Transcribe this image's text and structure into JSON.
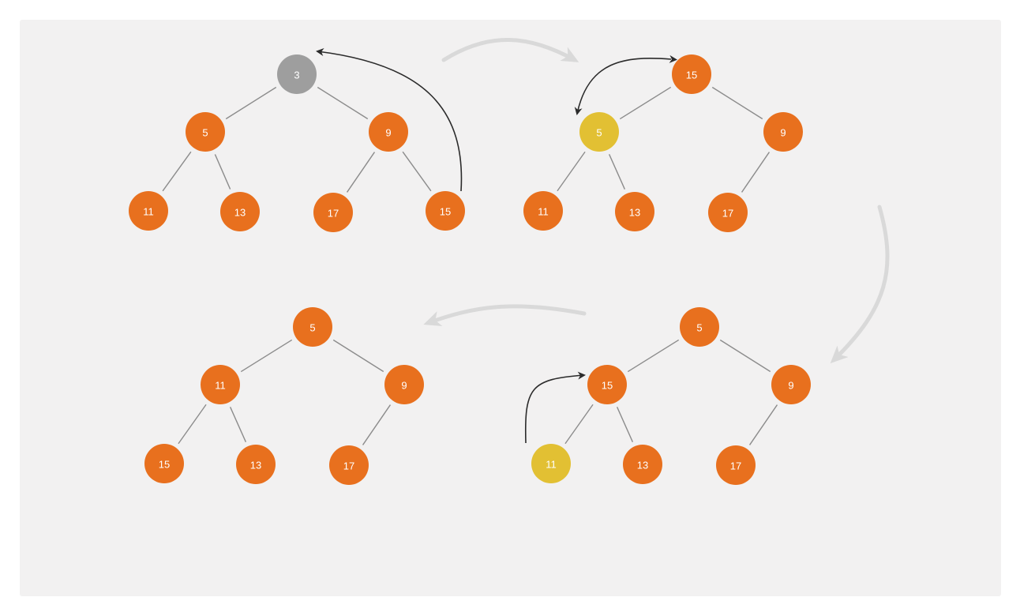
{
  "colors": {
    "canvas": "#f2f1f1",
    "node_default": "#e8701e",
    "node_removed": "#9e9e9e",
    "node_highlight": "#e2c033",
    "edge": "#8c8c8c",
    "swap_arrow": "#2b2b2b",
    "flow_arrow": "#d9d9d9",
    "label": "#ffffff"
  },
  "trees": [
    {
      "id": "tree-1",
      "nodes": [
        {
          "id": "a",
          "label": "3",
          "state": "removed"
        },
        {
          "id": "b",
          "label": "5",
          "state": "default"
        },
        {
          "id": "c",
          "label": "9",
          "state": "default"
        },
        {
          "id": "d",
          "label": "11",
          "state": "default"
        },
        {
          "id": "e",
          "label": "13",
          "state": "default"
        },
        {
          "id": "f",
          "label": "17",
          "state": "default"
        },
        {
          "id": "g",
          "label": "15",
          "state": "default"
        }
      ],
      "edges": [
        [
          "a",
          "b"
        ],
        [
          "a",
          "c"
        ],
        [
          "b",
          "d"
        ],
        [
          "b",
          "e"
        ],
        [
          "c",
          "f"
        ],
        [
          "c",
          "g"
        ]
      ]
    },
    {
      "id": "tree-2",
      "nodes": [
        {
          "id": "a",
          "label": "15",
          "state": "default"
        },
        {
          "id": "b",
          "label": "5",
          "state": "highlight"
        },
        {
          "id": "c",
          "label": "9",
          "state": "default"
        },
        {
          "id": "d",
          "label": "11",
          "state": "default"
        },
        {
          "id": "e",
          "label": "13",
          "state": "default"
        },
        {
          "id": "f",
          "label": "17",
          "state": "default"
        }
      ],
      "edges": [
        [
          "a",
          "b"
        ],
        [
          "a",
          "c"
        ],
        [
          "b",
          "d"
        ],
        [
          "b",
          "e"
        ],
        [
          "c",
          "f"
        ]
      ]
    },
    {
      "id": "tree-3",
      "nodes": [
        {
          "id": "a",
          "label": "5",
          "state": "default"
        },
        {
          "id": "b",
          "label": "15",
          "state": "default"
        },
        {
          "id": "c",
          "label": "9",
          "state": "default"
        },
        {
          "id": "d",
          "label": "11",
          "state": "highlight"
        },
        {
          "id": "e",
          "label": "13",
          "state": "default"
        },
        {
          "id": "f",
          "label": "17",
          "state": "default"
        }
      ],
      "edges": [
        [
          "a",
          "b"
        ],
        [
          "a",
          "c"
        ],
        [
          "b",
          "d"
        ],
        [
          "b",
          "e"
        ],
        [
          "c",
          "f"
        ]
      ]
    },
    {
      "id": "tree-4",
      "nodes": [
        {
          "id": "a",
          "label": "5",
          "state": "default"
        },
        {
          "id": "b",
          "label": "11",
          "state": "default"
        },
        {
          "id": "c",
          "label": "9",
          "state": "default"
        },
        {
          "id": "d",
          "label": "15",
          "state": "default"
        },
        {
          "id": "e",
          "label": "13",
          "state": "default"
        },
        {
          "id": "f",
          "label": "17",
          "state": "default"
        }
      ],
      "edges": [
        [
          "a",
          "b"
        ],
        [
          "a",
          "c"
        ],
        [
          "b",
          "d"
        ],
        [
          "b",
          "e"
        ],
        [
          "c",
          "f"
        ]
      ]
    }
  ],
  "swap_arrows": [
    {
      "tree": "tree-1",
      "from": "g",
      "to": "a"
    },
    {
      "tree": "tree-2",
      "from": "a",
      "to": "b",
      "bidirectional": true
    },
    {
      "tree": "tree-3",
      "from": "d",
      "to": "b"
    }
  ],
  "flow_arrows": [
    {
      "from": "tree-1",
      "to": "tree-2"
    },
    {
      "from": "tree-2",
      "to": "tree-3"
    },
    {
      "from": "tree-3",
      "to": "tree-4"
    }
  ]
}
